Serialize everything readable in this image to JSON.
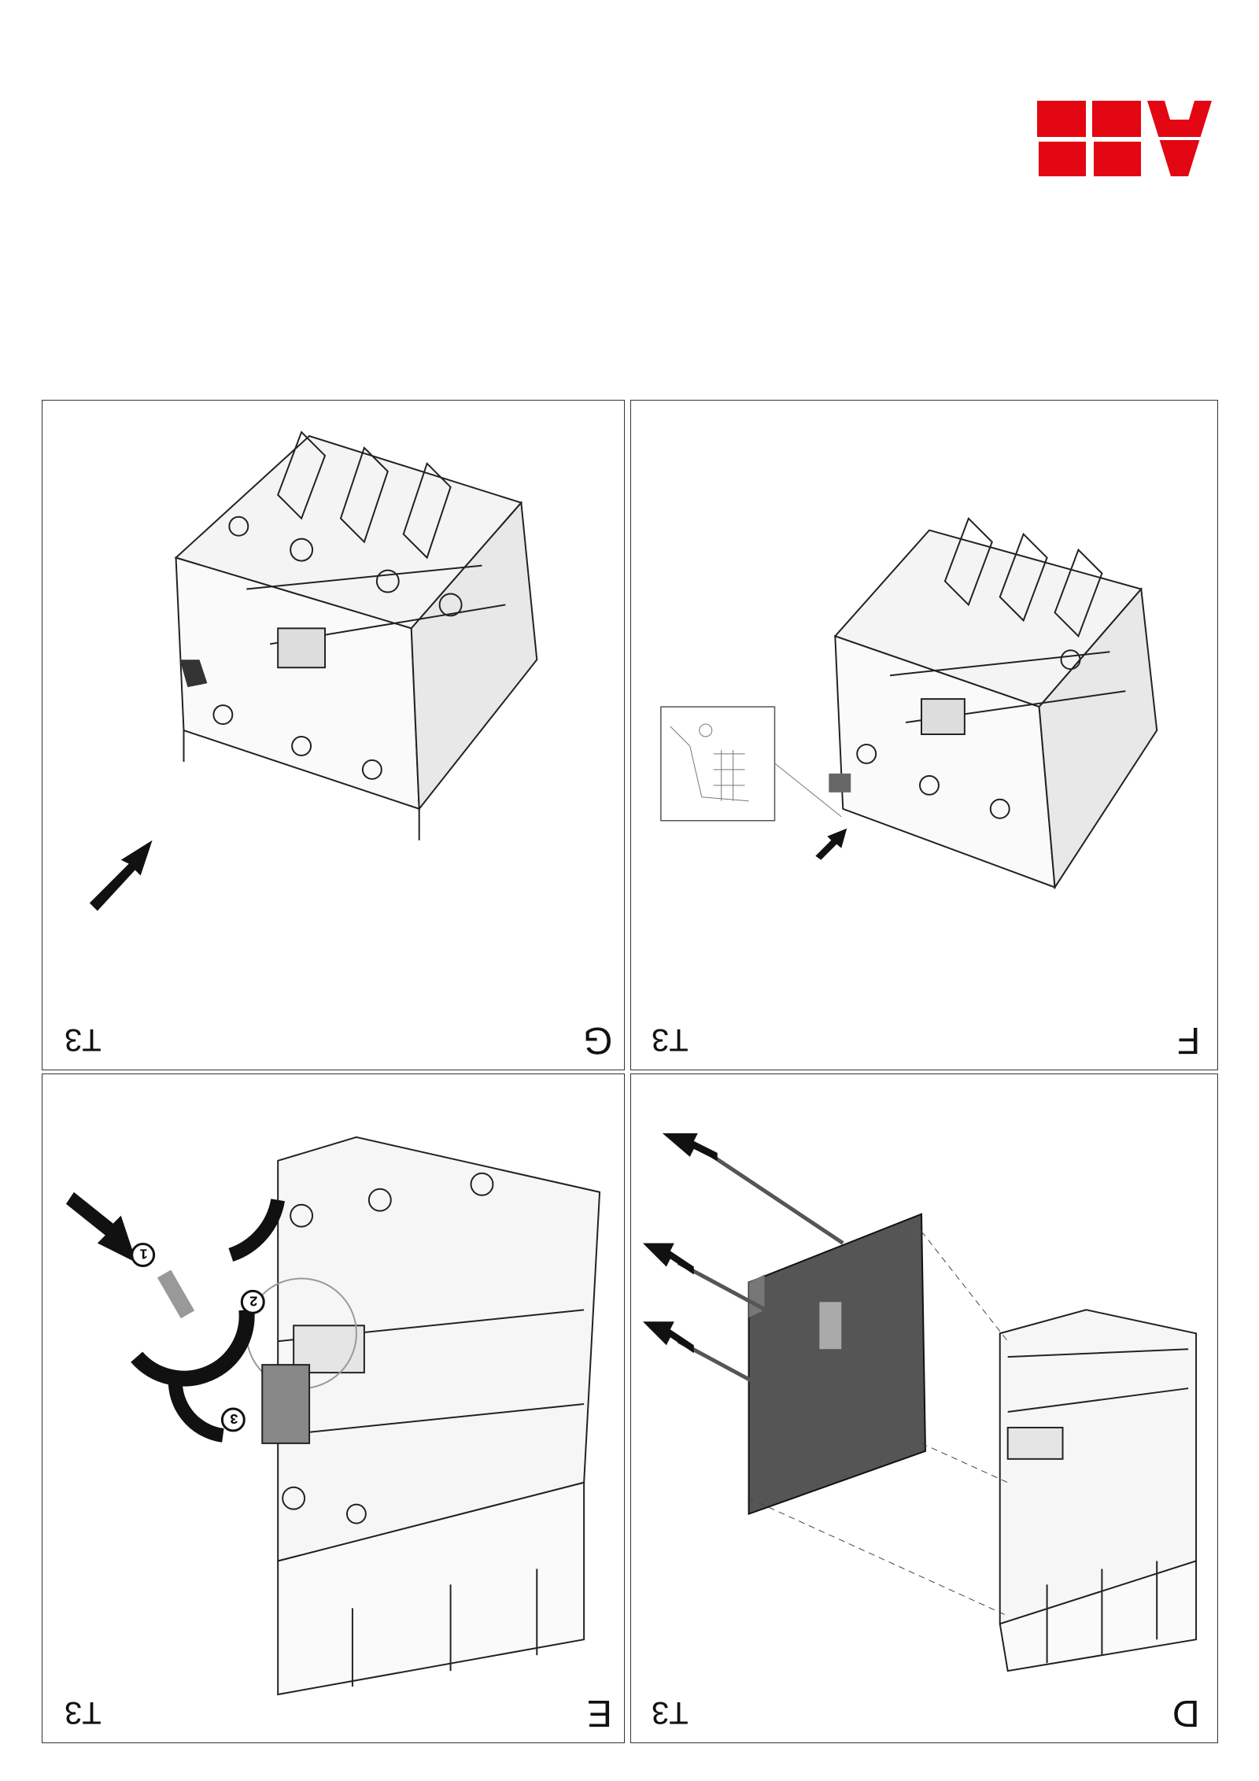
{
  "logo": {
    "text": "ABB",
    "color": "#e30613"
  },
  "panels": [
    {
      "id": "G",
      "step": "G",
      "model": "T3"
    },
    {
      "id": "F",
      "step": "F",
      "model": "T3"
    },
    {
      "id": "E",
      "step": "E",
      "model": "T3"
    },
    {
      "id": "D",
      "step": "D",
      "model": "T3"
    }
  ],
  "callouts": {
    "one": "1",
    "two": "2",
    "three": "3"
  }
}
